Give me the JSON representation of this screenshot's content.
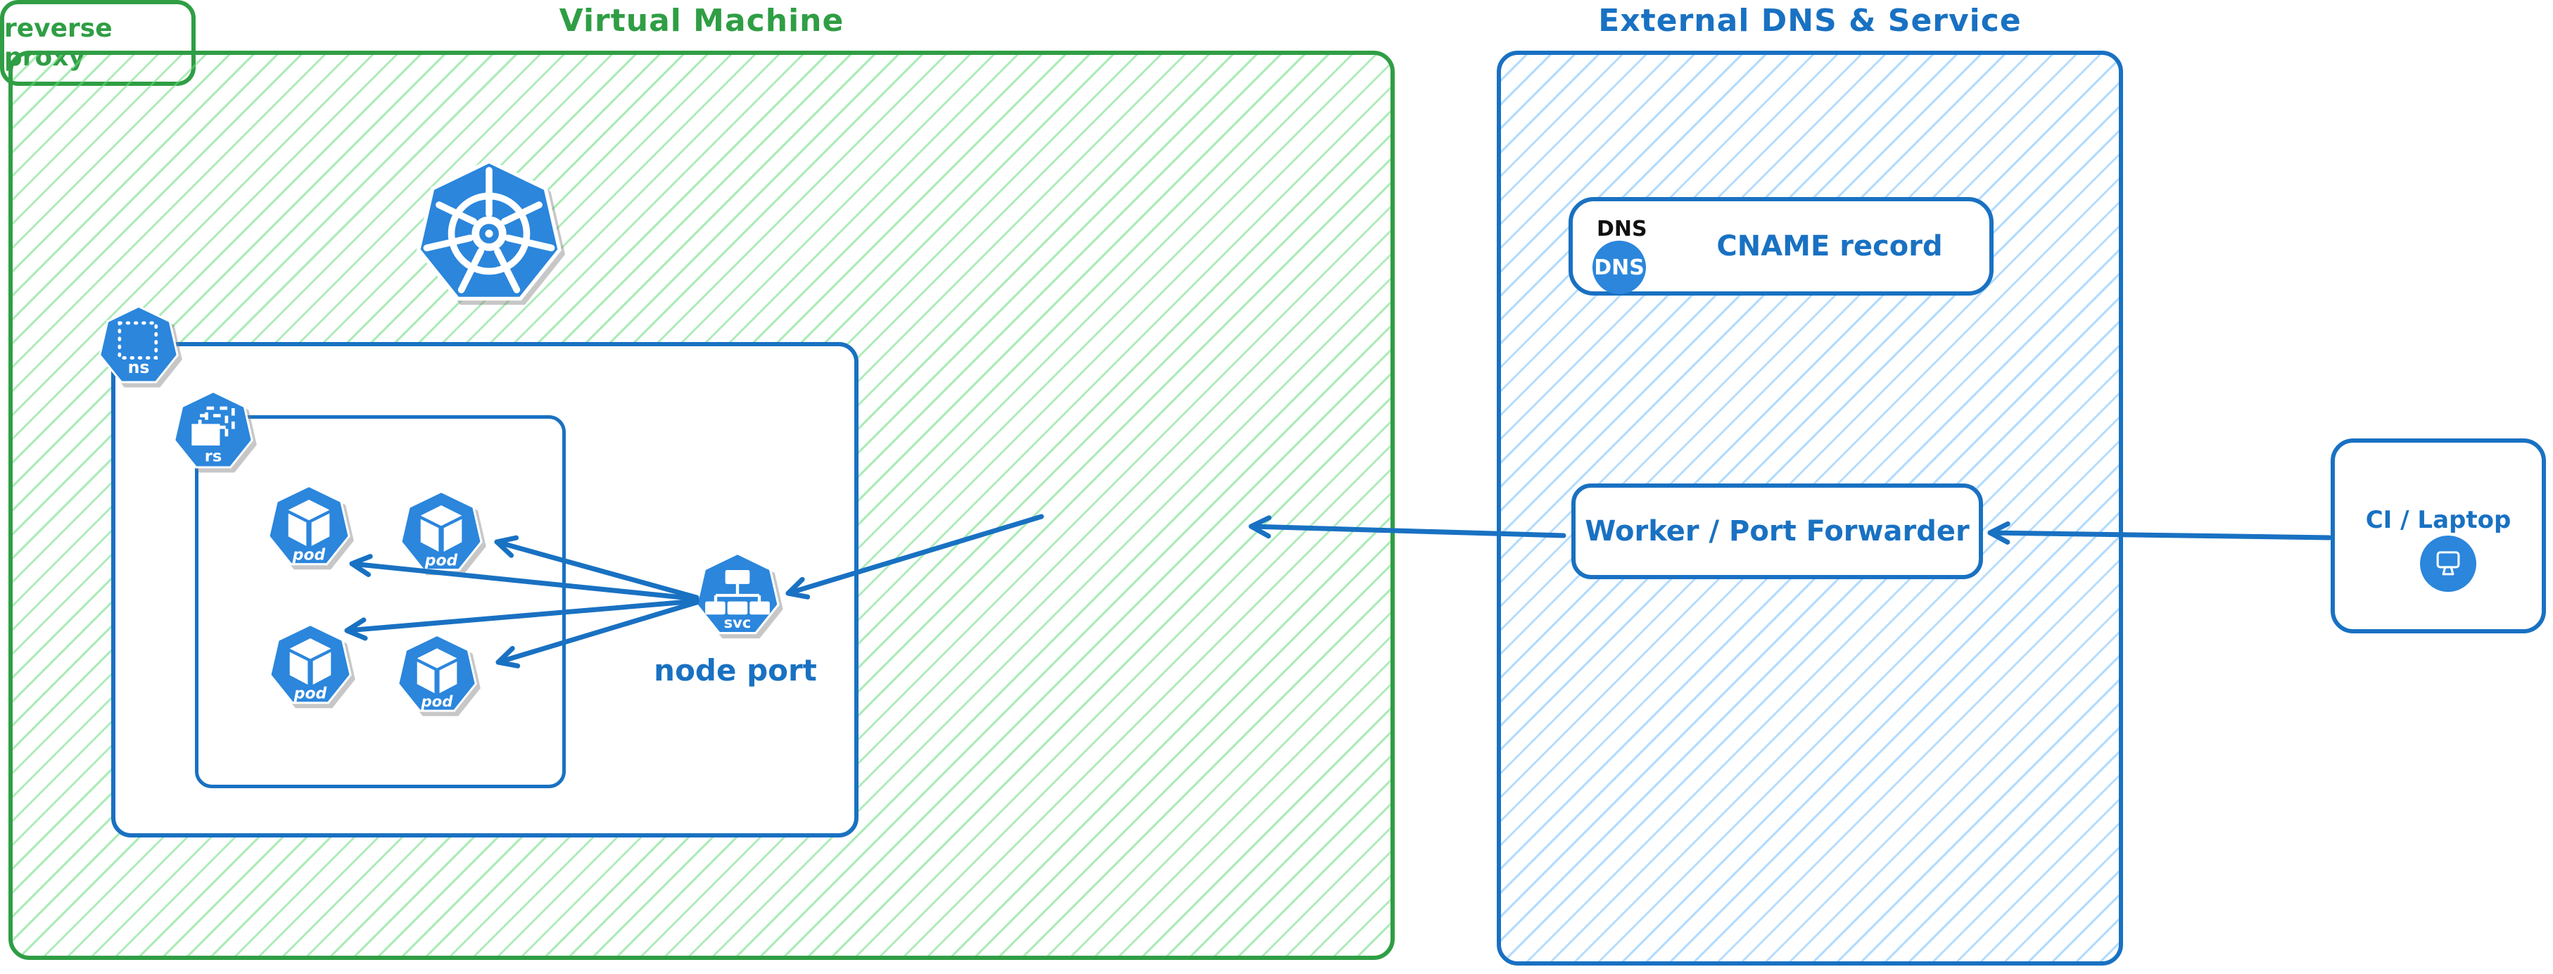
{
  "diagram": {
    "type": "architecture-diagram",
    "colors": {
      "green_stroke": "#2f9e44",
      "green_hatch": "#69db7c",
      "blue_stroke": "#1971c2",
      "blue_hatch": "#74c0fc",
      "icon_blue": "#2b86dc",
      "dns_header_black": "#111111"
    }
  },
  "vm_panel": {
    "title": "Virtual Machine"
  },
  "namespace": {
    "icon_label": "ns"
  },
  "replicaset": {
    "icon_label": "rs"
  },
  "pods": [
    {
      "label": "pod"
    },
    {
      "label": "pod"
    },
    {
      "label": "pod"
    },
    {
      "label": "pod"
    }
  ],
  "service": {
    "icon_label": "svc",
    "caption": "node port"
  },
  "reverse_proxy": {
    "label": "reverse proxy"
  },
  "dns_panel": {
    "title": "External DNS & Service"
  },
  "dns_record": {
    "header": "DNS",
    "icon_label": "DNS",
    "label": "CNAME record"
  },
  "worker": {
    "label": "Worker / Port Forwarder"
  },
  "ci": {
    "label": "CI / Laptop"
  },
  "arrows": [
    {
      "from": "node-port-service",
      "to": "pod-1"
    },
    {
      "from": "node-port-service",
      "to": "pod-2"
    },
    {
      "from": "node-port-service",
      "to": "pod-3"
    },
    {
      "from": "node-port-service",
      "to": "pod-4"
    },
    {
      "from": "reverse-proxy",
      "to": "node-port-service"
    },
    {
      "from": "worker-port-forwarder",
      "to": "reverse-proxy"
    },
    {
      "from": "ci-laptop",
      "to": "worker-port-forwarder"
    }
  ]
}
